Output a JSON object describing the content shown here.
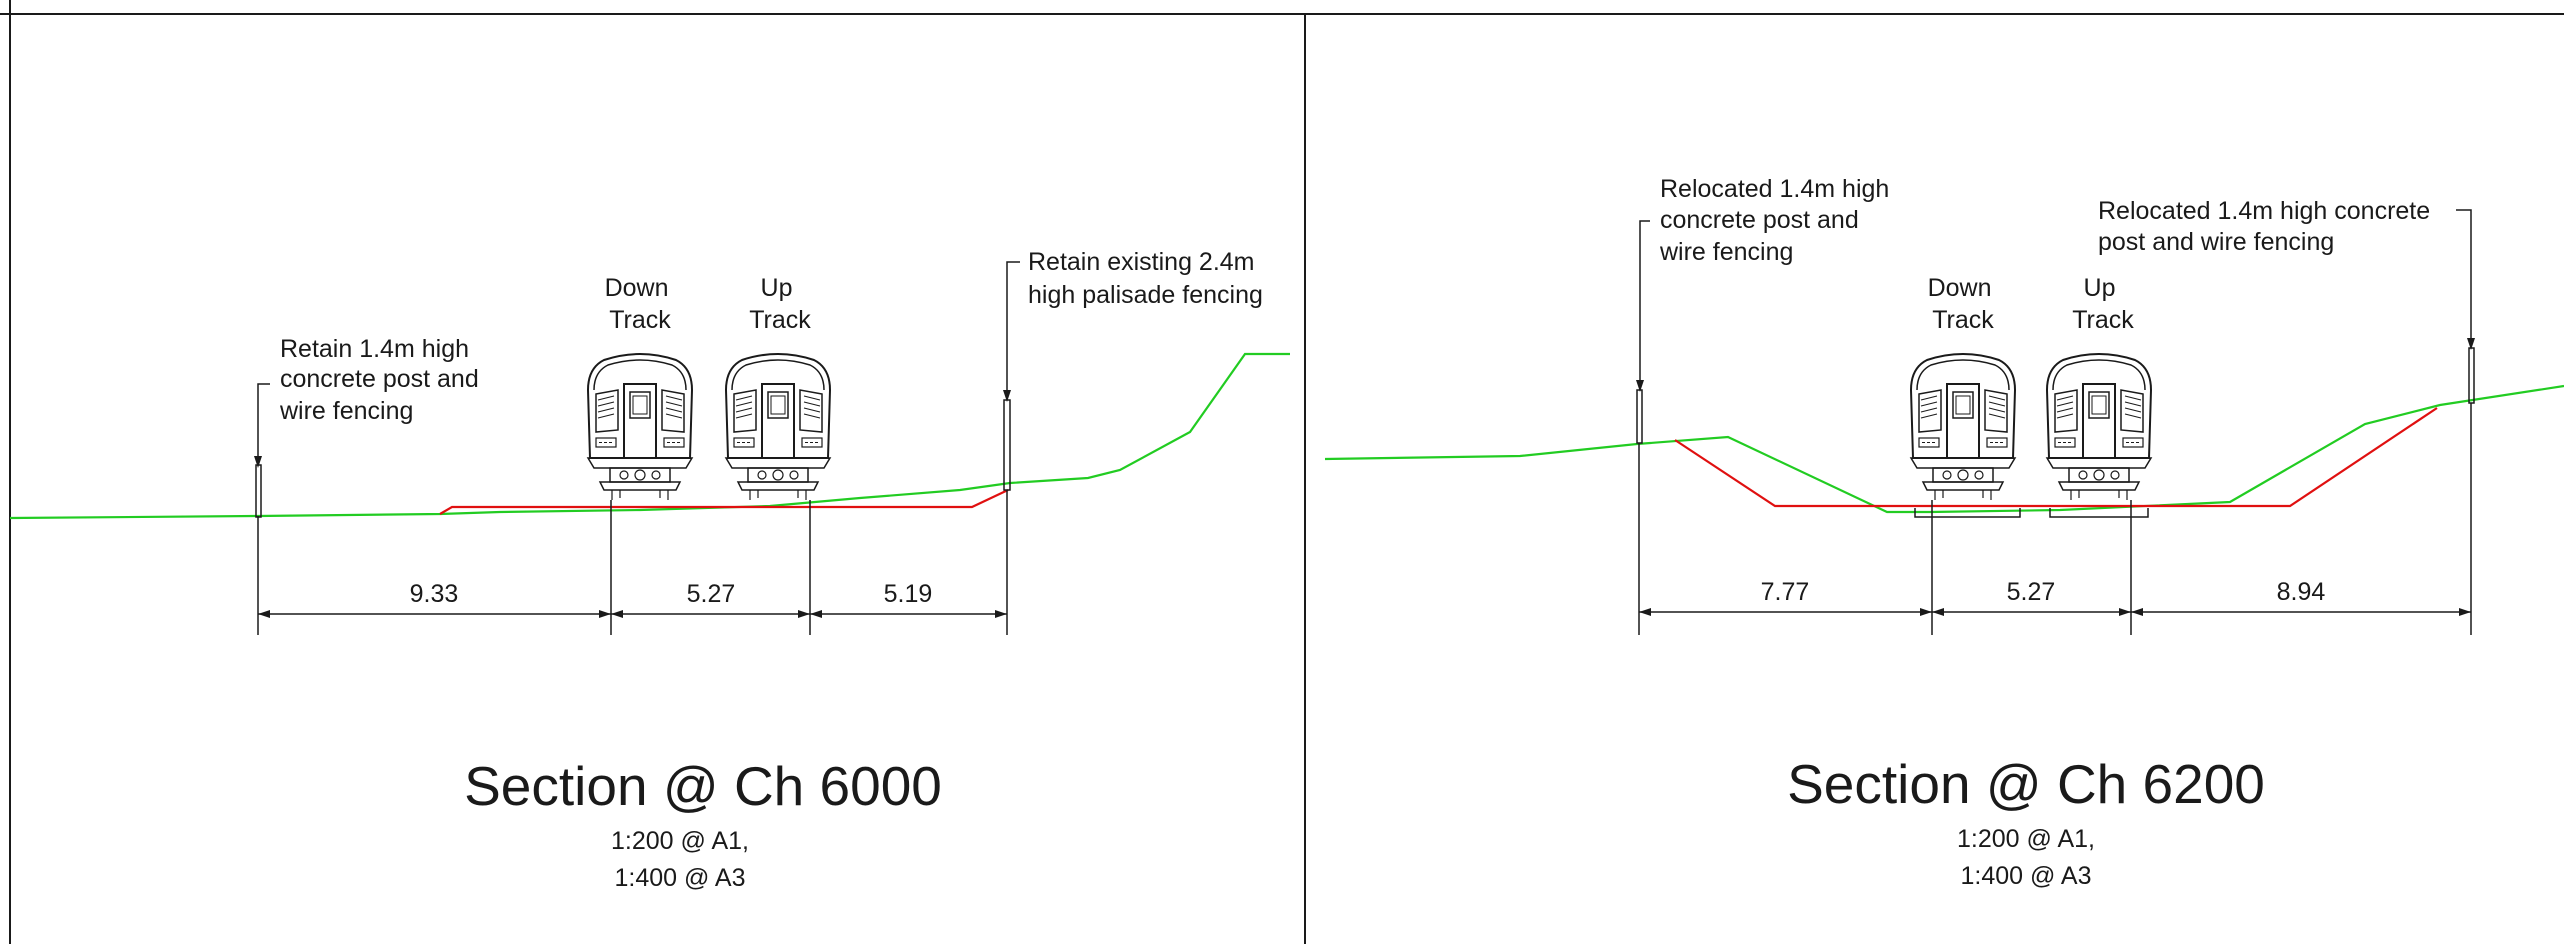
{
  "sections": [
    {
      "title": "Section @ Ch 6000",
      "scale_lines": [
        "1:200 @ A1,",
        "1:400 @ A3"
      ],
      "tracks": [
        "Down\nTrack",
        "Up\nTrack"
      ],
      "track_labels": [
        [
          "Down",
          "Track"
        ],
        [
          "Up",
          "Track"
        ]
      ],
      "annotations": [
        [
          "Retain 1.4m high",
          "concrete post and",
          "wire fencing"
        ],
        [
          "Retain existing 2.4m",
          "high palisade fencing"
        ]
      ],
      "dimensions": [
        "9.33",
        "5.27",
        "5.19"
      ]
    },
    {
      "title": "Section @ Ch 6200",
      "scale_lines": [
        "1:200 @ A1,",
        "1:400 @ A3"
      ],
      "track_labels": [
        [
          "Down",
          "Track"
        ],
        [
          "Up",
          "Track"
        ]
      ],
      "annotations": [
        [
          "Relocated 1.4m high",
          "concrete post and",
          "wire fencing"
        ],
        [
          "Relocated 1.4m high concrete",
          "post and wire fencing"
        ]
      ],
      "dimensions": [
        "7.77",
        "5.27",
        "8.94"
      ]
    }
  ],
  "colors": {
    "existing_ground": "#22cc22",
    "proposed_formation": "#e01010",
    "linework": "#1a1a1a"
  }
}
